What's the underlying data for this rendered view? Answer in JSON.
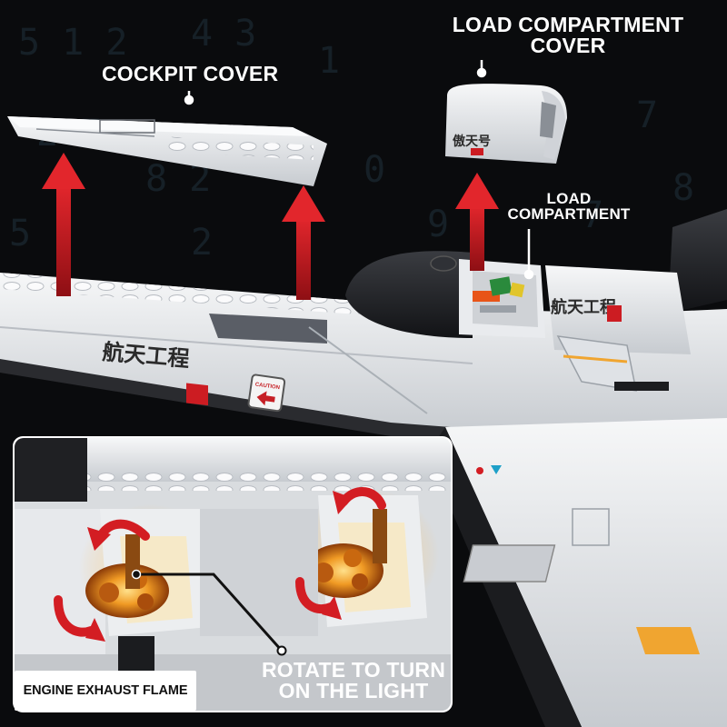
{
  "callouts": {
    "cockpit_cover": "COCKPIT COVER",
    "load_compartment_cover_line1": "LOAD COMPARTMENT",
    "load_compartment_cover_line2": "COVER",
    "load_compartment_line1": "LOAD",
    "load_compartment_line2": "COMPARTMENT",
    "rotate_line1": "ROTATE TO TURN",
    "rotate_line2": "ON THE LIGHT",
    "exhaust": "ENGINE EXHAUST FLAME"
  },
  "decals": {
    "fuselage_text": "航天工程",
    "module_text": "航天工程",
    "cover_text": "傲天号",
    "caution": "CAUTION"
  },
  "colors": {
    "background": "#0a0b0d",
    "brick_white": "#eef0f2",
    "brick_shadow": "#c9ccd1",
    "black_part": "#1b1c1f",
    "arrow_red": "#d31d23",
    "flame": "#e88a1e",
    "callout_text": "#ffffff"
  }
}
